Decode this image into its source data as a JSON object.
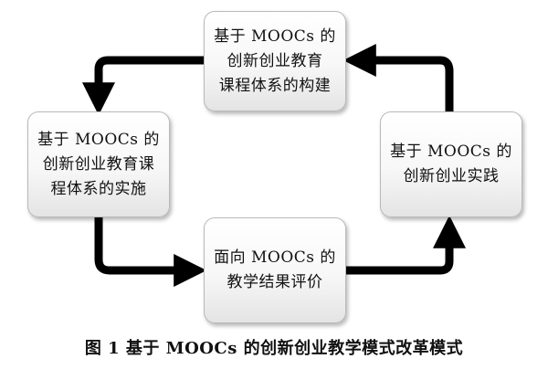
{
  "nodes": {
    "top": "基于 MOOCs 的\n创新创业教育\n课程体系的构建",
    "left": "基于 MOOCs 的\n创新创业教育课\n程体系的实施",
    "bottom": "面向 MOOCs 的\n教学结果评价",
    "right": "基于 MOOCs 的\n创新创业实践"
  },
  "caption": "图 1  基于 MOOCs 的创新创业教学模式改革模式"
}
